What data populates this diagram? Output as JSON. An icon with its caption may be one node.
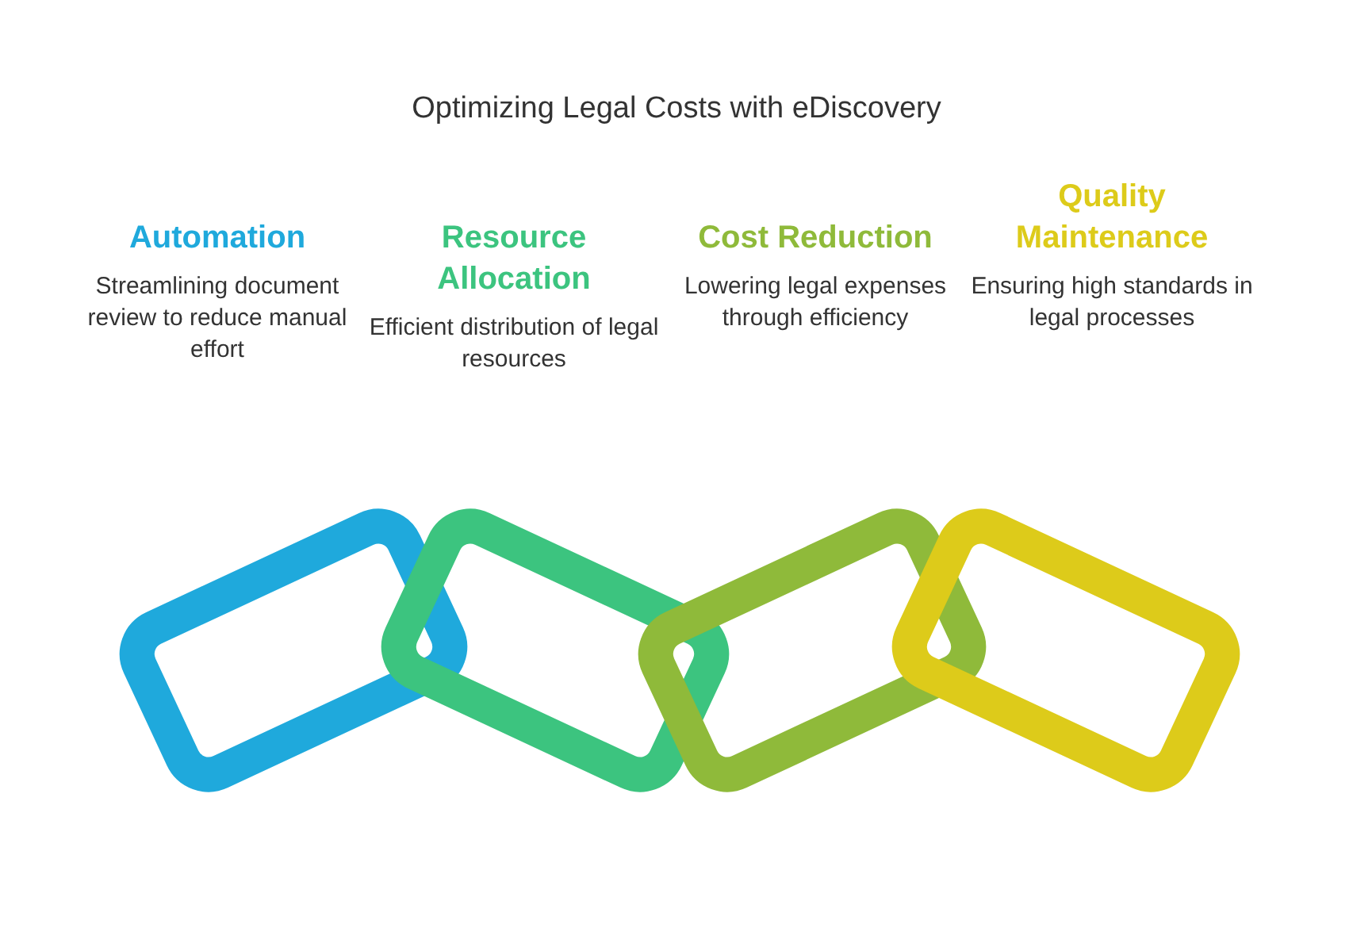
{
  "diagram": {
    "title": "Optimizing Legal Costs with eDiscovery",
    "nodes": [
      {
        "text": [
          "Automation",
          "Streamlining document review to reduce manual effort"
        ]
      },
      {
        "text": [
          "Resource Allocation",
          "Efficient distribution of legal resources"
        ]
      },
      {
        "text": [
          "Cost Reduction",
          "Lowering legal expenses through efficiency"
        ]
      },
      {
        "text": [
          "Quality Maintenance",
          "Ensuring high standards in legal processes"
        ]
      }
    ]
  }
}
